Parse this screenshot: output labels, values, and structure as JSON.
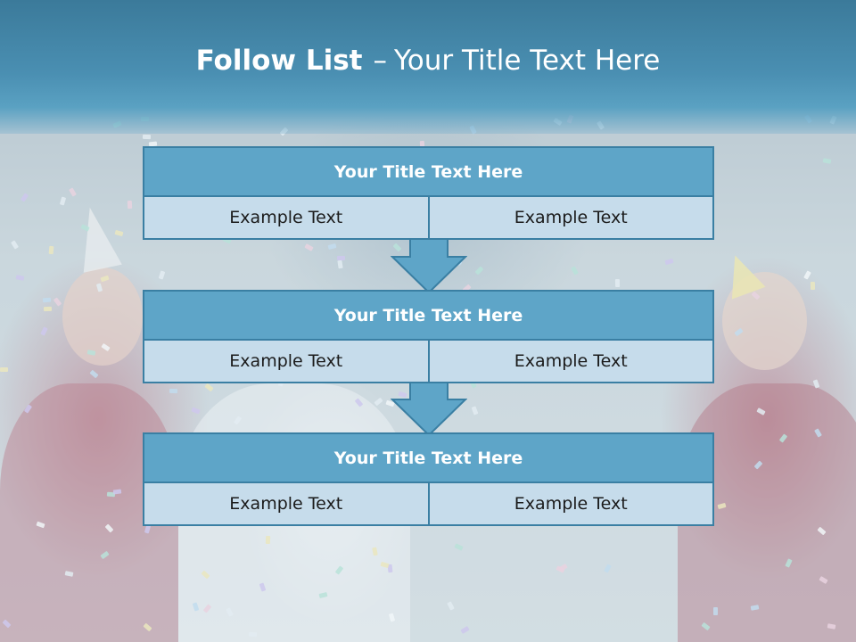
{
  "title": {
    "bold": "Follow List",
    "dash": "–",
    "rest": "Your Title Text Here"
  },
  "colors": {
    "header": "#4a8fb2",
    "block_title_fill": "#5ea5c8",
    "block_cell_fill": "#c6dceb",
    "block_border": "#3a7fa3",
    "arrow_fill": "#5ea5c8"
  },
  "blocks": [
    {
      "title": "Your Title Text Here",
      "left_text": "Example Text",
      "right_text": "Example Text"
    },
    {
      "title": "Your Title Text Here",
      "left_text": "Example Text",
      "right_text": "Example Text"
    },
    {
      "title": "Your Title Text Here",
      "left_text": "Example Text",
      "right_text": "Example Text"
    }
  ],
  "arrows": [
    "down-arrow",
    "down-arrow"
  ]
}
